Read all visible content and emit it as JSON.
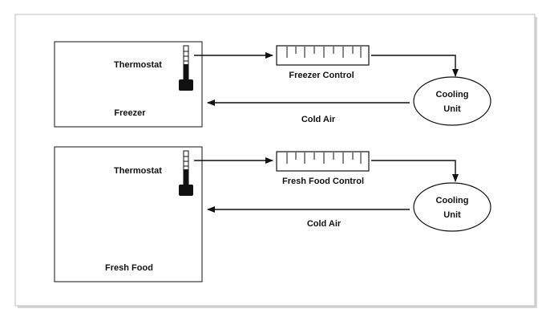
{
  "diagram": {
    "freezer_section": {
      "thermostat_label": "Thermostat",
      "compartment_label": "Freezer",
      "control_label": "Freezer Control",
      "cooling_unit_line1": "Cooling",
      "cooling_unit_line2": "Unit",
      "return_flow_label": "Cold Air"
    },
    "fresh_food_section": {
      "thermostat_label": "Thermostat",
      "compartment_label": "Fresh Food",
      "control_label": "Fresh Food Control",
      "cooling_unit_line1": "Cooling",
      "cooling_unit_line2": "Unit",
      "return_flow_label": "Cold Air"
    }
  },
  "colors": {
    "line": "#111111",
    "frame_border": "#bdbdbd",
    "frame_shadow": "#d6d6d6",
    "background": "#ffffff"
  }
}
